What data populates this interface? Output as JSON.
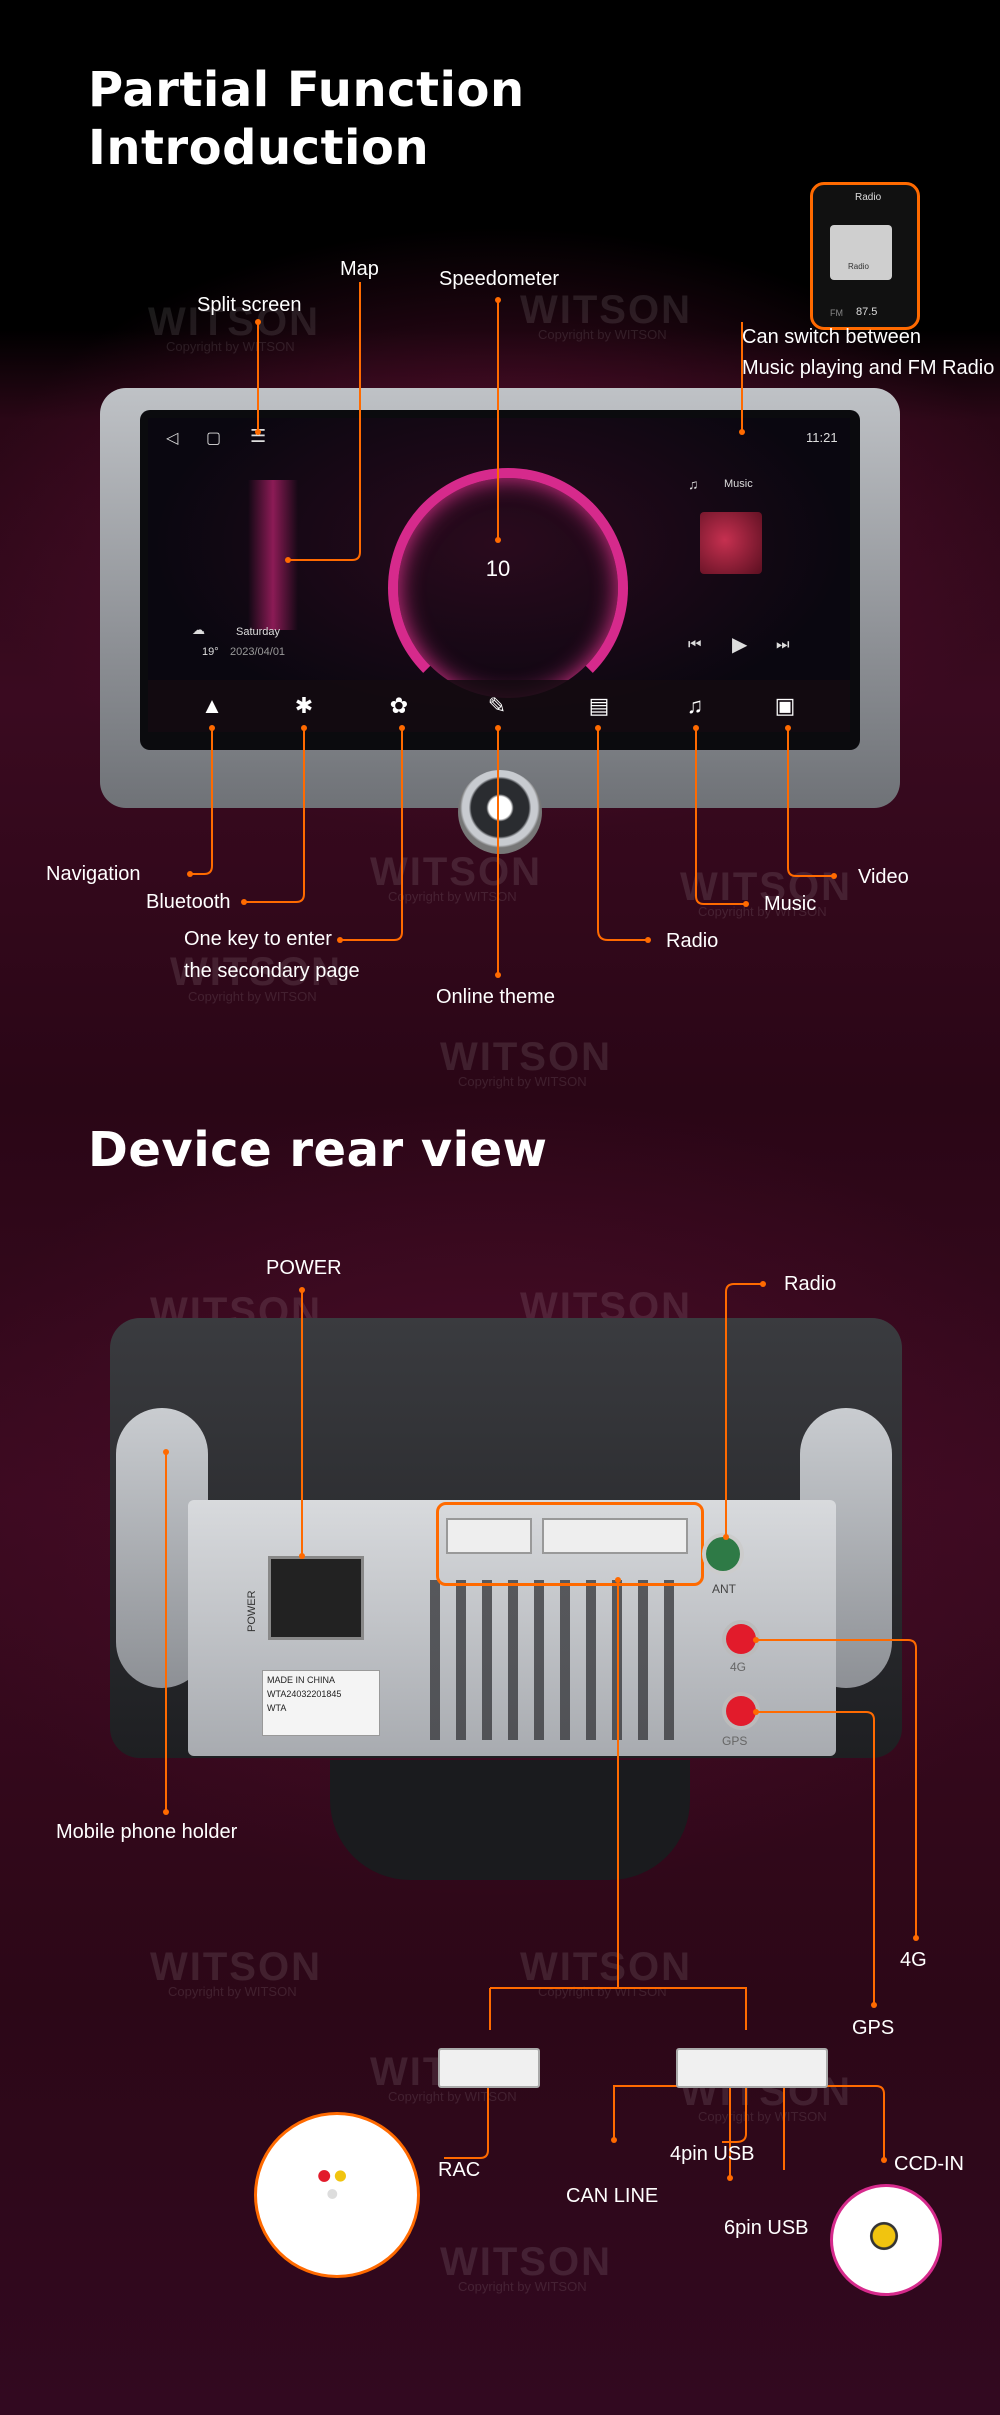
{
  "sections": {
    "front_title_line1": "Partial Function",
    "front_title_line2": "Introduction",
    "rear_title": "Device rear view"
  },
  "watermark": {
    "brand": "WITSON",
    "copyright": "Copyright by WITSON"
  },
  "front_labels": {
    "split_screen": "Split screen",
    "map": "Map",
    "speedometer": "Speedometer",
    "switch_line1": "Can switch between",
    "switch_line2": "Music playing and FM Radio",
    "navigation": "Navigation",
    "bluetooth": "Bluetooth",
    "secondary_line1": "One key to enter",
    "secondary_line2": "the secondary page",
    "online_theme": "Online theme",
    "radio": "Radio",
    "music": "Music",
    "video": "Video"
  },
  "screen": {
    "time": "11:21",
    "speed": "10",
    "music_label": "Music",
    "day": "Saturday",
    "temp": "19°",
    "date": "2023/04/01",
    "popup_title": "Radio",
    "popup_band": "FM",
    "popup_freq": "87.5",
    "popup_sub": "Radio"
  },
  "rear_labels": {
    "power": "POWER",
    "radio": "Radio",
    "mobile_holder": "Mobile phone holder",
    "g4": "4G",
    "gps": "GPS",
    "rac": "RAC",
    "can_line": "CAN LINE",
    "usb4": "4pin USB",
    "usb6": "6pin USB",
    "ccd_in": "CCD-IN"
  },
  "device_print": {
    "power": "POWER",
    "ant": "ANT",
    "port_4g": "4G",
    "port_gps": "GPS",
    "made_in": "MADE IN CHINA",
    "serial": "WTA24032201845",
    "wta": "WTA"
  },
  "colors": {
    "accent": "#ff6a00",
    "magenta": "#d62a8c",
    "title": "#ffffff"
  }
}
